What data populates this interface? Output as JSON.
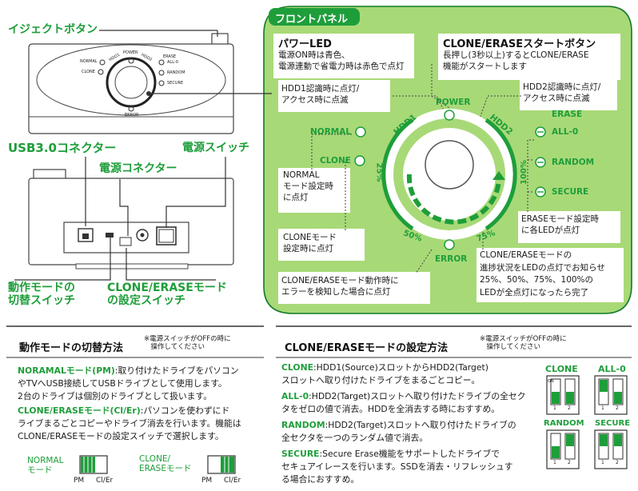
{
  "callouts": {
    "eject_button": "イジェクトボタン",
    "usb30": "USB3.0コネクター",
    "power_connector": "電源コネクター",
    "power_switch": "電源スイッチ",
    "mode_switch": "動作モードの\n切替スイッチ",
    "clone_erase_switch": "CLONE/ERASEモード\nの設定スイッチ"
  },
  "device_labels": {
    "power": "POWER",
    "normal": "NORMAL",
    "clone": "CLONE",
    "erase": "ERASE",
    "all0": "ALL-0",
    "random": "RANDOM",
    "secure": "SECURE",
    "error": "ERROR",
    "hdd1": "HDD1",
    "hdd2": "HDD2"
  },
  "front_panel": {
    "tab": "フロントパネル",
    "power_led_title": "パワーLED",
    "power_led_desc": "電源ON時は青色、\n電源連動で省電力時は赤色で点灯",
    "start_title": "CLONE/ERASEスタートボタン",
    "start_desc": "長押し(3秒以上)するとCLONE/ERASE\n機能がスタートします",
    "hdd1_desc": "HDD1認識時に点灯/\nアクセス時に点滅",
    "hdd2_desc": "HDD2認識時に点灯/\nアクセス時に点滅",
    "power": "POWER",
    "hdd1": "HDD1",
    "hdd2": "HDD2",
    "normal": "NORMAL",
    "clone": "CLONE",
    "erase": "ERASE",
    "all0": "ALL-0",
    "random": "RANDOM",
    "secure": "SECURE",
    "error": "ERROR",
    "p25": "25%",
    "p50": "50%",
    "p75": "75%",
    "p100": "100%",
    "normal_desc": "NORMAL\nモード設定時\nに点灯",
    "clone_desc": "CLONEモード\n設定時に点灯",
    "erase_desc": "ERASEモード設定時\nに各LEDが点灯",
    "error_desc": "CLONE/ERASEモード動作時に\nエラーを検知した場合に点灯",
    "progress_desc": "CLONE/ERASEモードの\n進捗状況をLEDの点灯でお知らせ\n25%、50%、75%、100%の\nLEDが全点灯になったら完了"
  },
  "mode_section": {
    "title": "動作モードの切替方法",
    "note": "※電源スイッチがOFFの時に\n　操作してください",
    "normal_head": "NORAMALモード(PM)",
    "normal_body": ":取り付けたドライブをパソコン\nやTVへUSB接続してUSBドライブとして使用します。\n2台のドライブは個別のドライブとして扱います。",
    "clone_head": "CLONE/ERASEモード(Cl/Er)",
    "clone_body": ":パソコンを使わずにド\nライブまるごとコピーやドライブ消去を行います。機能は\nCLONE/ERASEモードの設定スイッチで選択します。",
    "sw1_label": "NORMAL\nモード",
    "sw2_label": "CLONE/\nERASEモード",
    "pm": "PM",
    "cler": "Cl/Er"
  },
  "clone_section": {
    "title": "CLONE/ERASEモードの設定方法",
    "note": "※電源スイッチがOFFの時に\n　操作してください",
    "items": [
      {
        "head": "CLONE",
        "body": ":HDD1(Source)スロットからHDD2(Target)\nスロットへ取り付けたドライブをまるごとコピー。"
      },
      {
        "head": "ALL-0",
        "body": ":HDD2(Target)スロットへ取り付けたドライブの全セク\nタをゼロの値で消去。HDDを全消去する時におすすめ。"
      },
      {
        "head": "RANDOM",
        "body": ":HDD2(Target)スロットへ取り付けたドライブの\n全セクタを一つのランダム値で消去。"
      },
      {
        "head": "SECURE",
        "body": ":Secure Erase機能をサポートしたドライブで\nセキュアイレースを行います。SSDを消去・リフレッシュす\nる場合におすすめ。"
      }
    ],
    "dip_labels": [
      "CLONE",
      "ALL-0",
      "RANDOM",
      "SECURE"
    ],
    "on": "ON",
    "n1": "1",
    "n2": "2"
  },
  "colors": {
    "accent": "#1e9e3a",
    "panel_bg": "#a8d977",
    "dark_green": "#127a2a"
  }
}
